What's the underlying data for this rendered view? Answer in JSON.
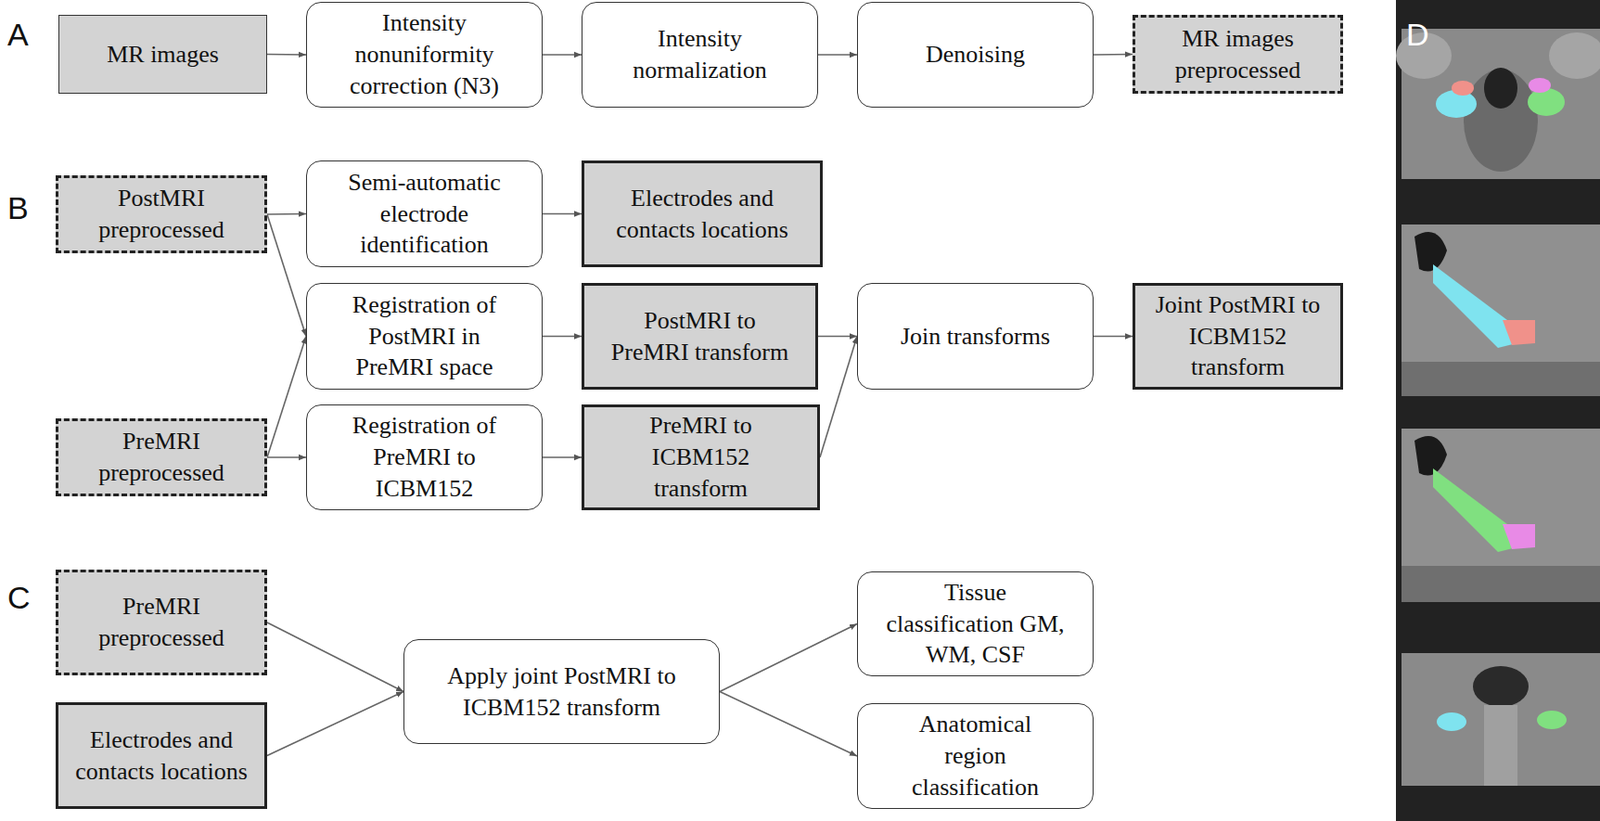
{
  "diagram": {
    "nodes": [
      {
        "text": [
          "MR images"
        ]
      },
      {
        "text": [
          "Intensity nonuniformity correction (N3)"
        ]
      },
      {
        "text": [
          "Intensity normalization"
        ]
      },
      {
        "text": [
          "Denoising"
        ]
      },
      {
        "text": [
          "MR images preprocessed"
        ]
      },
      {
        "text": [
          "PostMRI preprocessed"
        ]
      },
      {
        "text": [
          "Semi-automatic electrode identification"
        ]
      },
      {
        "text": [
          "Electrodes and contacts locations"
        ]
      },
      {
        "text": [
          "Registration of PostMRI in PreMRI space"
        ]
      },
      {
        "text": [
          "PostMRI to PreMRI transform"
        ]
      },
      {
        "text": [
          "Join transforms"
        ]
      },
      {
        "text": [
          "Joint PostMRI to ICBM152 transform"
        ]
      },
      {
        "text": [
          "PreMRI preprocessed"
        ]
      },
      {
        "text": [
          "Registration of PreMRI to ICBM152"
        ]
      },
      {
        "text": [
          "PreMRI to ICBM152 transform"
        ]
      },
      {
        "text": [
          "PreMRI preprocessed"
        ]
      },
      {
        "text": [
          "Electrodes and contacts locations"
        ]
      },
      {
        "text": [
          "Apply joint PostMRI to ICBM152 transform"
        ]
      },
      {
        "text": [
          "Tissue classification GM, WM, CSF"
        ]
      },
      {
        "text": [
          "Anatomical region classification"
        ]
      }
    ],
    "edges": [
      {
        "from": 0,
        "to": 1,
        "arrow": "to"
      },
      {
        "from": 1,
        "to": 2,
        "arrow": "to"
      },
      {
        "from": 2,
        "to": 3,
        "arrow": "to"
      },
      {
        "from": 3,
        "to": 4,
        "arrow": "to"
      },
      {
        "from": 5,
        "to": 6,
        "arrow": "to"
      },
      {
        "from": 6,
        "to": 7,
        "arrow": "to"
      },
      {
        "from": 5,
        "to": 8,
        "arrow": "to"
      },
      {
        "from": 12,
        "to": 8,
        "arrow": "to"
      },
      {
        "from": 8,
        "to": 9,
        "arrow": "to"
      },
      {
        "from": 9,
        "to": 10,
        "arrow": "to"
      },
      {
        "from": 14,
        "to": 10,
        "arrow": "to"
      },
      {
        "from": 10,
        "to": 11,
        "arrow": "to"
      },
      {
        "from": 12,
        "to": 13,
        "arrow": "to"
      },
      {
        "from": 13,
        "to": 14,
        "arrow": "to"
      },
      {
        "from": 15,
        "to": 17,
        "arrow": "to"
      },
      {
        "from": 16,
        "to": 17,
        "arrow": "to"
      },
      {
        "from": 17,
        "to": 18,
        "arrow": "to"
      },
      {
        "from": 17,
        "to": 19,
        "arrow": "to"
      }
    ],
    "labels": [
      "A",
      "B",
      "C",
      "D"
    ]
  }
}
